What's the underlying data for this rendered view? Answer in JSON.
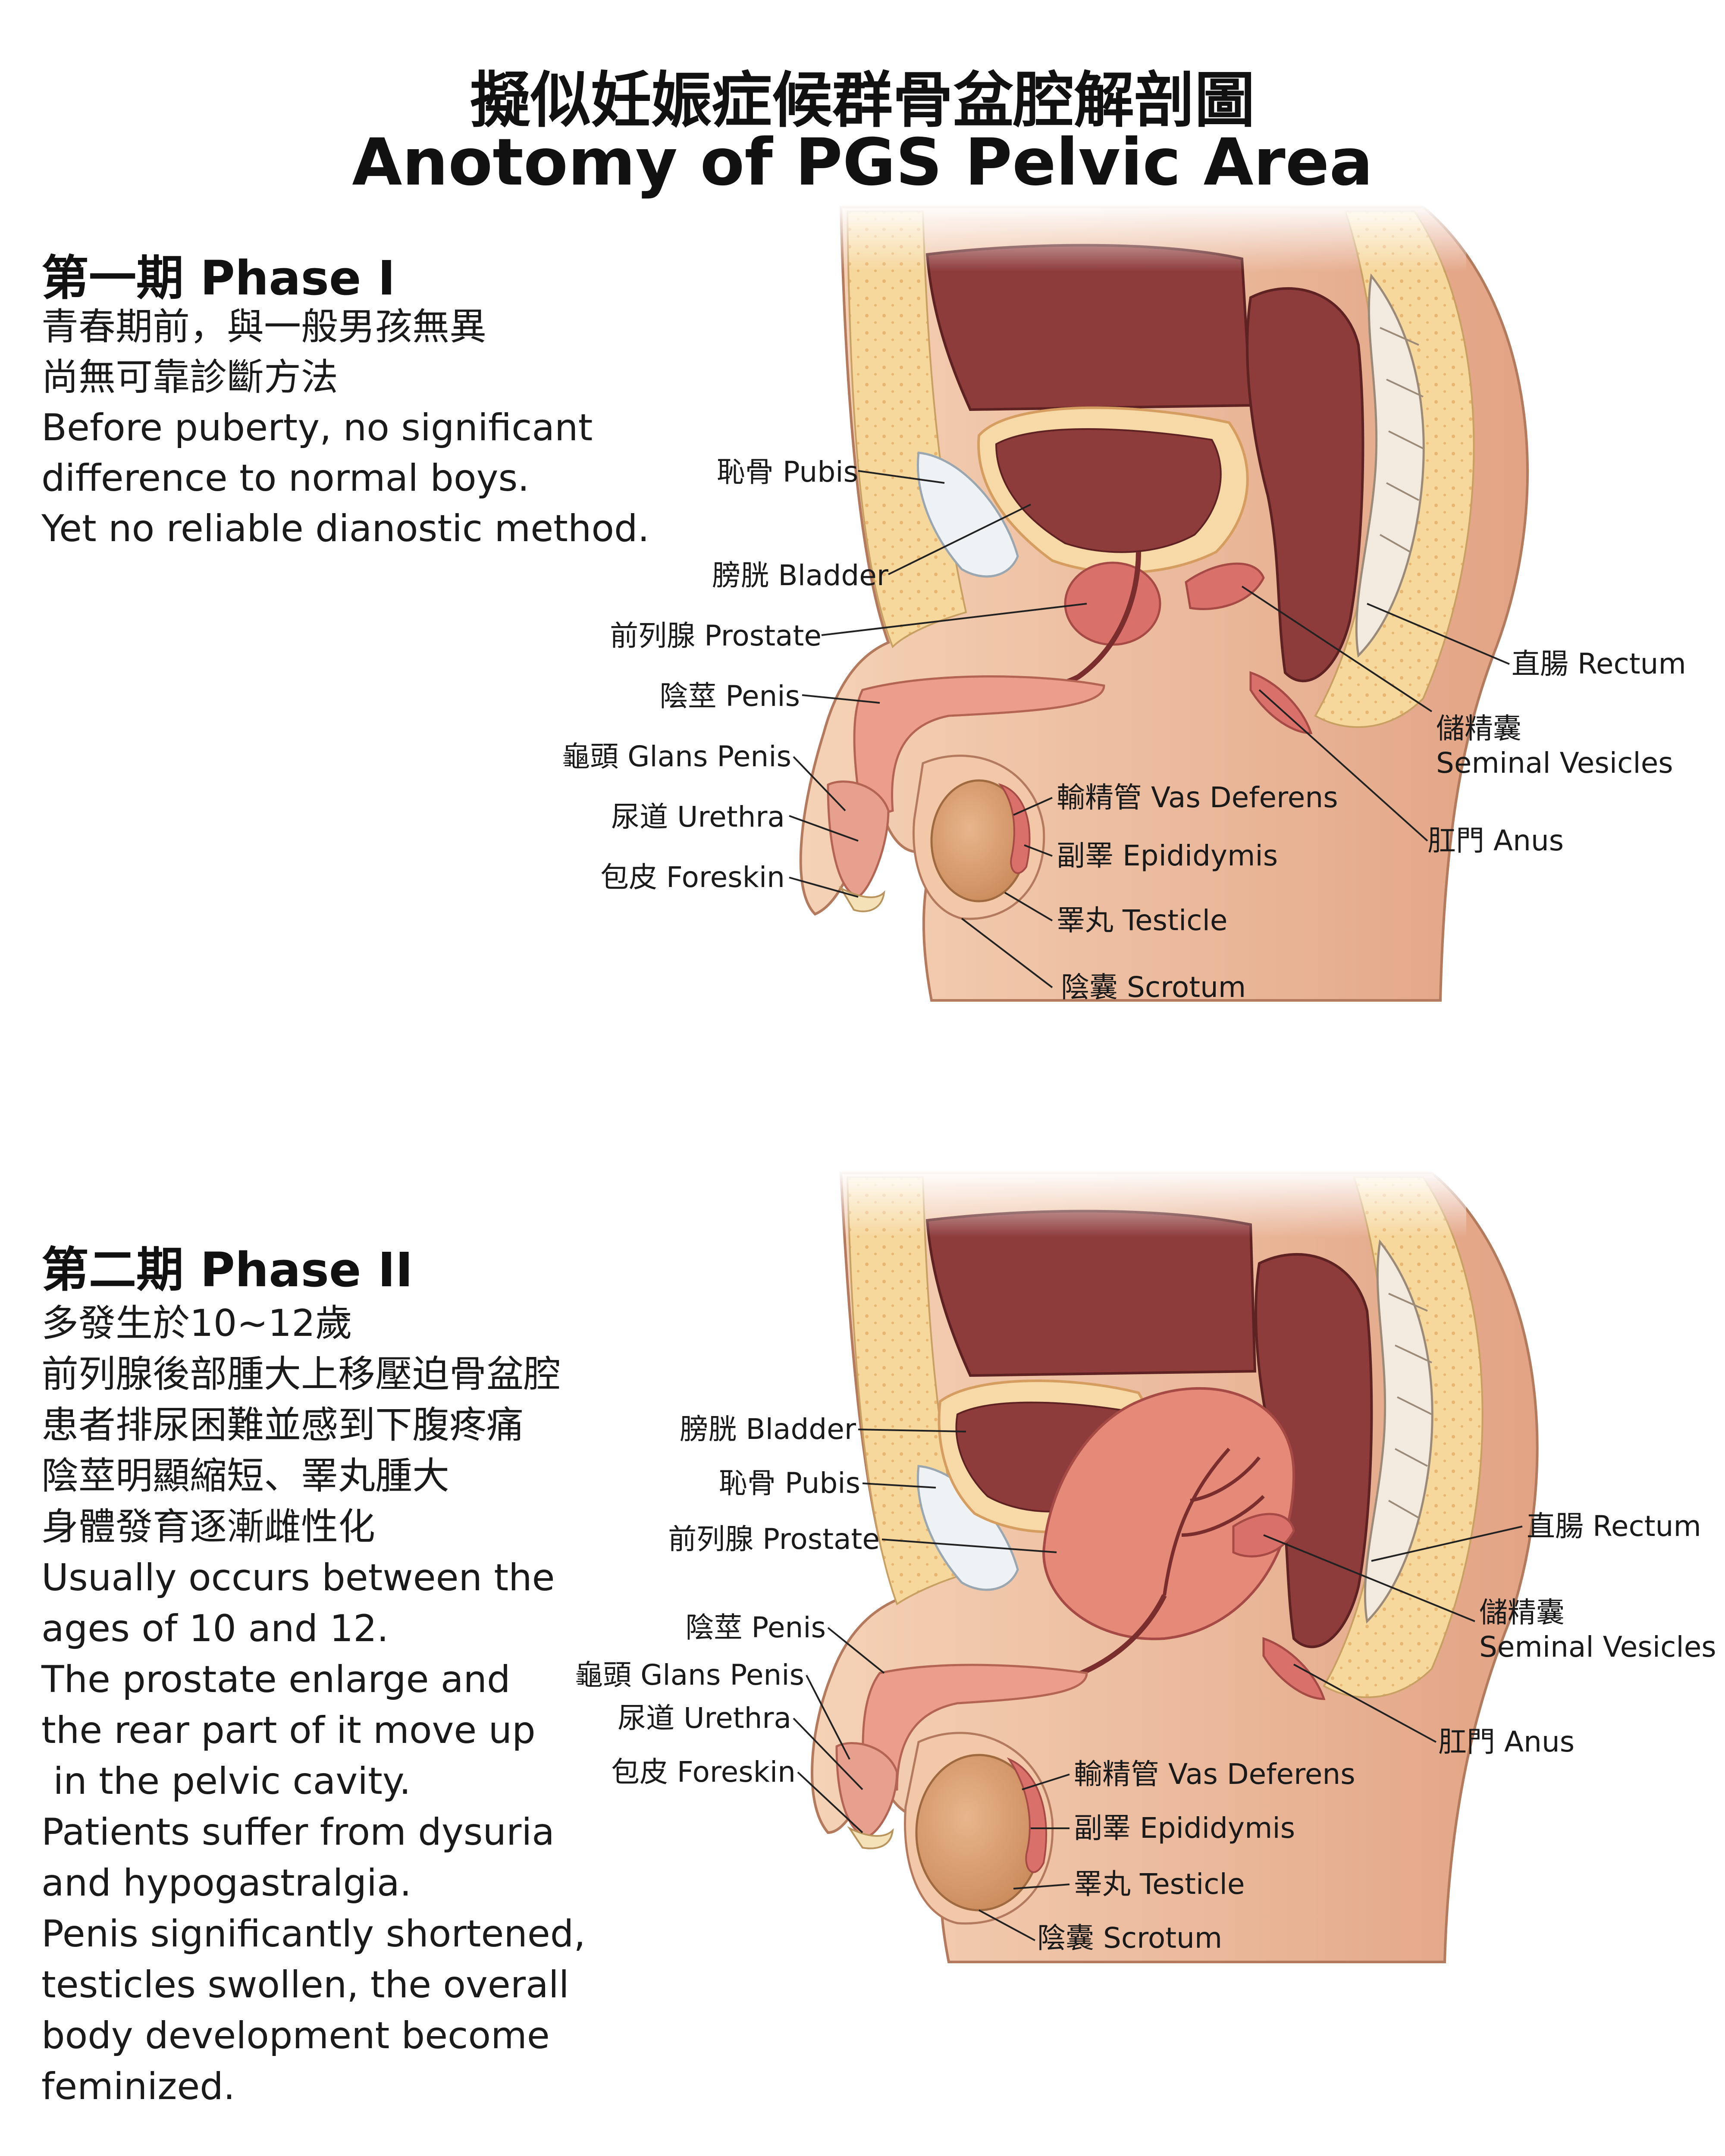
{
  "title_zh": "擬似妊娠症候群骨盆腔解剖圖",
  "title_en": "Anotomy of PGS Pelvic Area",
  "phase1": {
    "heading": "第一期 Phase I",
    "lines": [
      "青春期前，與一般男孩無異",
      "尚無可靠診斷方法",
      "Before puberty, no significant",
      "difference to normal boys.",
      "Yet no reliable dianostic method."
    ],
    "labels": {
      "pubis": "恥骨 Pubis",
      "bladder": "膀胱 Bladder",
      "prostate": "前列腺 Prostate",
      "penis": "陰莖 Penis",
      "glans": "龜頭 Glans Penis",
      "urethra": "尿道 Urethra",
      "foreskin": "包皮 Foreskin",
      "vas": "輸精管 Vas Deferens",
      "epididymis": "副睪 Epididymis",
      "testicle": "睪丸 Testicle",
      "scrotum": "陰囊 Scrotum",
      "rectum": "直腸 Rectum",
      "seminal": "儲精囊\nSeminal Vesicles",
      "anus": "肛門 Anus"
    }
  },
  "phase2": {
    "heading": "第二期 Phase II",
    "lines": [
      "多發生於10~12歲",
      "前列腺後部腫大上移壓迫骨盆腔",
      "患者排尿困難並感到下腹疼痛",
      "陰莖明顯縮短、睪丸腫大",
      "身體發育逐漸雌性化",
      "Usually occurs between the",
      "ages of 10 and 12.",
      "The prostate enlarge and",
      "the rear part of it move up",
      " in the pelvic cavity.",
      "Patients suffer from dysuria",
      "and hypogastralgia.",
      "Penis significantly shortened,",
      "testicles swollen, the overall",
      "body development become",
      "feminized."
    ],
    "labels": {
      "bladder": "膀胱 Bladder",
      "pubis": "恥骨 Pubis",
      "prostate": "前列腺 Prostate",
      "penis": "陰莖 Penis",
      "glans": "龜頭 Glans Penis",
      "urethra": "尿道 Urethra",
      "foreskin": "包皮 Foreskin",
      "vas": "輸精管 Vas Deferens",
      "epididymis": "副睪 Epididymis",
      "testicle": "睪丸 Testicle",
      "scrotum": "陰囊 Scrotum",
      "rectum": "直腸 Rectum",
      "seminal": "儲精囊\nSeminal Vesicles",
      "anus": "肛門 Anus"
    }
  },
  "colors": {
    "skin": "#f2c8a8",
    "skin_shadow": "#e3a789",
    "fat": "#f6d79c",
    "bone": "#f3eadf",
    "organ_dark": "#8e3b3b",
    "organ_mid": "#d9706a",
    "organ_light": "#ec9e8a",
    "leader": "#222222"
  }
}
